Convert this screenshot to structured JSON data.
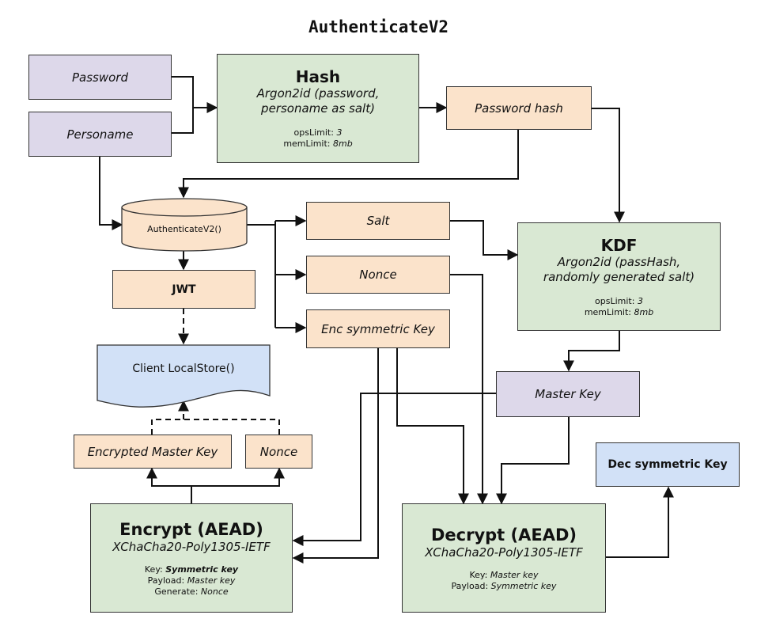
{
  "title": "AuthenticateV2",
  "password": "Password",
  "personame": "Personame",
  "hash": {
    "title": "Hash",
    "subtitle_line1": "Argon2id (password,",
    "subtitle_line2": "personame as salt)",
    "ops_label": "opsLimit: ",
    "ops_value": "3",
    "mem_label": "memLimit: ",
    "mem_value": "8mb"
  },
  "password_hash": "Password hash",
  "authenticate_call": "AuthenticateV2()",
  "jwt": "JWT",
  "client_localstore": "Client LocalStore()",
  "salt": "Salt",
  "nonce": "Nonce",
  "enc_symmetric_key": "Enc symmetric Key",
  "kdf": {
    "title": "KDF",
    "subtitle_line1": "Argon2id (passHash,",
    "subtitle_line2": "randomly generated salt)",
    "ops_label": "opsLimit: ",
    "ops_value": "3",
    "mem_label": "memLimit: ",
    "mem_value": "8mb"
  },
  "master_key": "Master Key",
  "encrypted_master_key": "Encrypted Master Key",
  "nonce_store": "Nonce",
  "dec_symmetric_key": "Dec symmetric Key",
  "encrypt": {
    "title": "Encrypt (AEAD)",
    "subtitle": "XChaCha20-Poly1305-IETF",
    "key_label": "Key: ",
    "key_value": "Symmetric key",
    "payload_label": "Payload: ",
    "payload_value": "Master key",
    "generate_label": "Generate: ",
    "generate_value": "Nonce"
  },
  "decrypt": {
    "title": "Decrypt (AEAD)",
    "subtitle": "XChaCha20-Poly1305-IETF",
    "key_label": "Key: ",
    "key_value": "Master key",
    "payload_label": "Payload: ",
    "payload_value": "Symmetric key"
  }
}
